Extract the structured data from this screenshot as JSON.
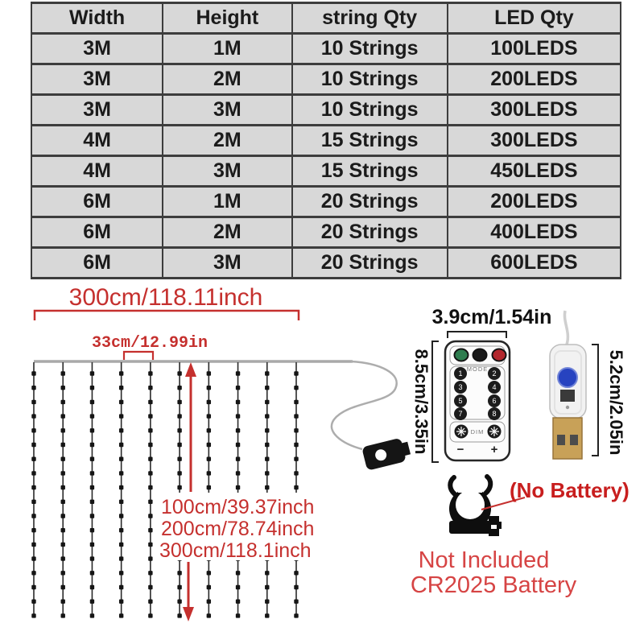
{
  "table": {
    "headers": [
      "Width",
      "Height",
      "string Qty",
      "LED Qty"
    ],
    "rows": [
      [
        "3M",
        "1M",
        "10 Strings",
        "100LEDS"
      ],
      [
        "3M",
        "2M",
        "10 Strings",
        "200LEDS"
      ],
      [
        "3M",
        "3M",
        "10 Strings",
        "300LEDS"
      ],
      [
        "4M",
        "2M",
        "15 Strings",
        "300LEDS"
      ],
      [
        "4M",
        "3M",
        "15 Strings",
        "450LEDS"
      ],
      [
        "6M",
        "1M",
        "20 Strings",
        "200LEDS"
      ],
      [
        "6M",
        "2M",
        "20 Strings",
        "400LEDS"
      ],
      [
        "6M",
        "3M",
        "20 Strings",
        "600LEDS"
      ]
    ]
  },
  "diagram": {
    "width_label": "300cm/118.11inch",
    "segment_label": "33cm/12.99in",
    "height_labels": [
      "100cm/39.37inch",
      "200cm/78.74inch",
      "300cm/118.1inch"
    ],
    "strings": 10,
    "leds_per_string": 18
  },
  "remote": {
    "width_label": "3.9cm/1.54in",
    "height_label": "8.5cm/3.35in",
    "mode_label": "MODE",
    "dim_label": "DIM",
    "minus_label": "−",
    "plus_label": "+",
    "buttons": [
      "1",
      "2",
      "3",
      "4",
      "5",
      "6",
      "7",
      "8"
    ]
  },
  "usb": {
    "height_label": "5.2cm/2.05in"
  },
  "battery": {
    "no_battery_label": "(No Battery)",
    "note_line1": "Not Included",
    "note_line2": "CR2025 Battery"
  },
  "colors": {
    "red": "#c5302e",
    "note_red": "#d64444",
    "dark_red": "#c81e1e",
    "table_bg": "#d8d8d8",
    "table_border": "#3d3d3d",
    "remote_green": "#2e7d4f",
    "remote_red": "#b3272d",
    "usb_blue": "#2743c0",
    "usb_gold": "#c8a158"
  }
}
